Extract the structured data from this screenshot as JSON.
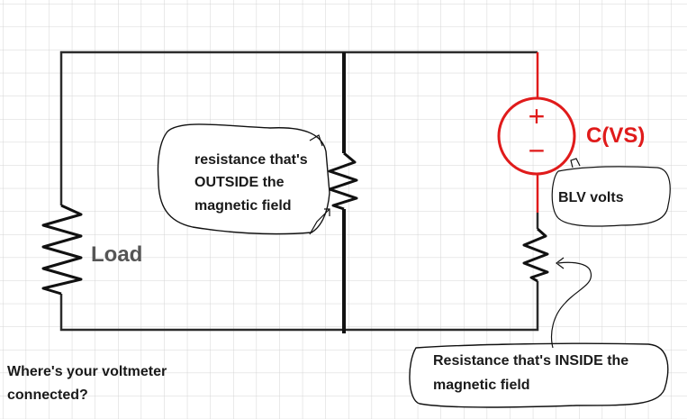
{
  "labels": {
    "load": "Load",
    "source": "C(VS)",
    "plus": "+",
    "minus": "−",
    "blv": "BLV  volts",
    "outside_line1": "resistance that's",
    "outside_line2": "OUTSIDE the",
    "outside_line3": "magnetic field",
    "inside_line1": "Resistance that's INSIDE the",
    "inside_line2": "magnetic field",
    "question_line1": "Where's your voltmeter",
    "question_line2": "connected?"
  },
  "colors": {
    "wire": "#2b2b2b",
    "source": "#e01b1b",
    "grid": "#d4d4d4",
    "load_text": "#555555"
  }
}
